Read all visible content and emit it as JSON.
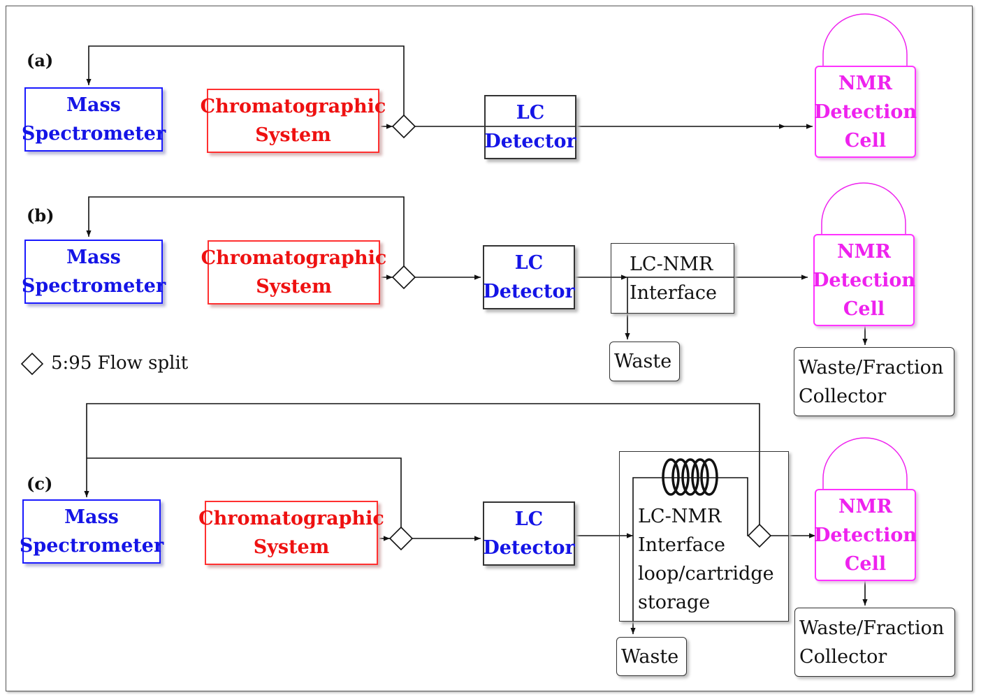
{
  "panels": {
    "a": {
      "label": "(a)"
    },
    "b": {
      "label": "(b)"
    },
    "c": {
      "label": "(c)"
    }
  },
  "nodes": {
    "mass_spectrometer": [
      "Mass",
      "Spectrometer"
    ],
    "chromatographic_system": [
      "Chromatographic",
      "System"
    ],
    "lc_detector": [
      "LC",
      "Detector"
    ],
    "nmr_cell": [
      "NMR",
      "Detection",
      "Cell"
    ],
    "lc_nmr_interface": [
      "LC-NMR",
      "Interface"
    ],
    "lc_nmr_interface_storage": [
      "LC-NMR",
      "Interface",
      "loop/cartridge",
      "storage"
    ],
    "waste": "Waste",
    "waste_fraction_collector": [
      "Waste/Fraction",
      "Collector"
    ]
  },
  "legend": {
    "text": "5:95 Flow split"
  },
  "colors": {
    "mass_spectrometer": "#1414e6",
    "chromatographic_system": "#ee1111",
    "lc_detector_text": "#1414e6",
    "nmr_cell": "#ee22ee",
    "lines": "#111111"
  }
}
